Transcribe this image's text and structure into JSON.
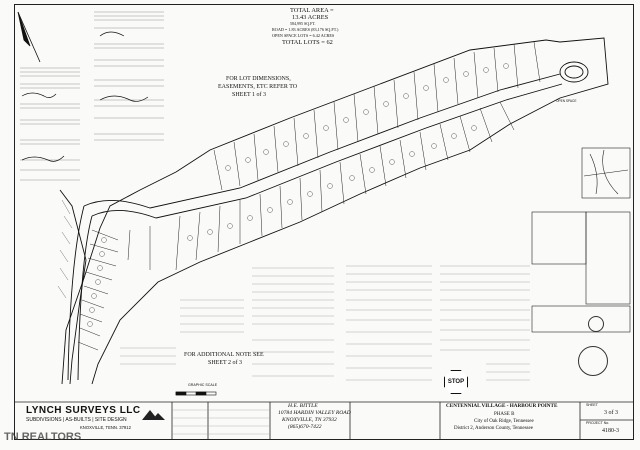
{
  "totals": {
    "total_area": "TOTAL AREA =",
    "acres": "13.43 ACRES",
    "sqft": "584,995 SQ.FT.",
    "road": "ROAD = 1.83 ACRES (83,176 SQ.FT.)",
    "open_space": "OPEN SPACE LOTS = 6.42 ACRES",
    "total_lots": "TOTAL LOTS = 62"
  },
  "center_note": {
    "line1": "FOR LOT DIMENSIONS,",
    "line2": "EASEMENTS, ETC  REFER TO",
    "line3": "SHEET 1 of 3"
  },
  "additional_note": {
    "line1": "FOR ADDITIONAL NOTE SEE",
    "line2": "SHEET 2 of 3"
  },
  "graphic_scale": "GRAPHIC SCALE",
  "stop_sign": "STOP",
  "open_space_label": "OPEN SPACE",
  "company": {
    "name": "LYNCH SURVEYS LLC",
    "services": "SUBDIVISIONS | AS-BUILTS | SITE DESIGN",
    "city": "KNOXVILLE, TENN. 37912"
  },
  "owner": {
    "name": "H.E. BITTLE",
    "address": "10784 HARDIN VALLEY ROAD",
    "city": "KNOXVILLE, TN 37932",
    "phone": "(865)670-7422"
  },
  "project": {
    "title": "CENTENNIAL VILLAGE - HARBOUR POINTE",
    "phase": "PHASE B",
    "city": "City of Oak Ridge, Tennessee",
    "district": "District 2, Anderson County, Tennessee"
  },
  "sheet": {
    "label": "SHEET",
    "value": "3 of 3",
    "project_no_label": "PROJECT No.",
    "project_no": "4180-3"
  },
  "watermark": "TN REALTORS",
  "colors": {
    "ink": "#111111",
    "paper": "#fafaf8",
    "line": "#222222"
  }
}
